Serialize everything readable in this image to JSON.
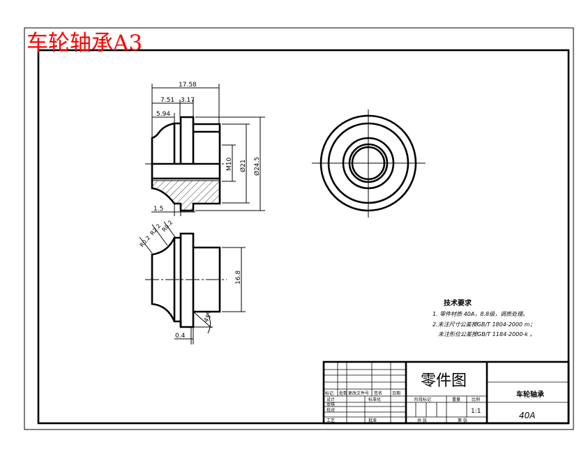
{
  "title": "车轮轴承A3",
  "colors": {
    "title": "#ff0000",
    "lines": "#000000",
    "background": "#ffffff"
  },
  "dimensions": {
    "top_view": {
      "overall_length": "17.58",
      "flange_pos": "7.51",
      "flange_width": "3.17",
      "neck_len": "5.94",
      "groove": "1.5",
      "thread": "M10",
      "dia_body": "Ø21",
      "dia_flange": "Ø24.5"
    },
    "bottom_view": {
      "r1": "R0.2",
      "r2": "R2.2",
      "r3": "R0.2",
      "body_height": "16.8",
      "chamfer": "45°",
      "offset": "0.4"
    }
  },
  "tech_requirements": {
    "heading": "技术要求",
    "lines": [
      "1. 零件材质 40A，8.8级，调质处理。",
      "2.未注尺寸公差按GB/T 1804-2000 m；",
      "未注形位公差按GB/T 1184-2000-k 。"
    ]
  },
  "title_block": {
    "drawing_type": "零件图",
    "part_name": "车轮轴承",
    "material": "40A",
    "header_row": [
      "标记",
      "处数",
      "更改文件号",
      "签名",
      "日期"
    ],
    "left_rows": [
      "设计",
      "审核",
      "校对",
      "工艺"
    ],
    "mid_labels": [
      "标准化",
      "批准"
    ],
    "stage_label": "阶段标记",
    "weight_label": "重量",
    "scale_label": "比例",
    "scale_value": "1:1",
    "sheets_total": "共 张",
    "sheet_no": "第 张"
  }
}
